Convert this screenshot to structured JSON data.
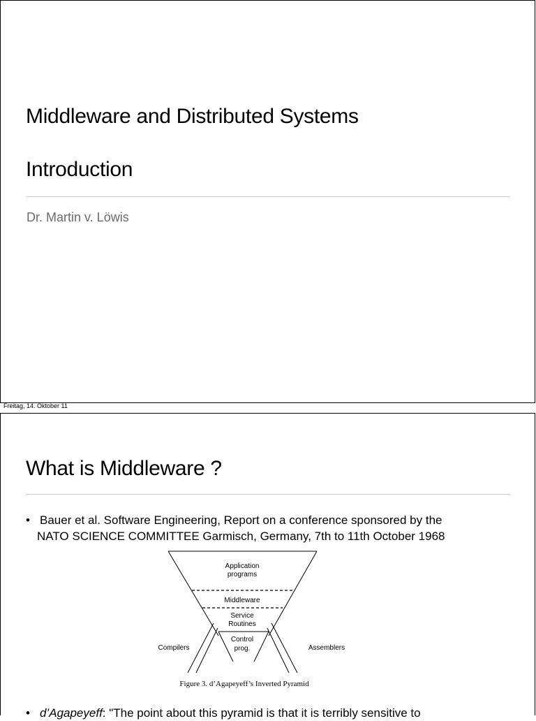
{
  "slide1": {
    "title": "Middleware and Distributed Systems",
    "subtitle": "Introduction",
    "author": "Dr. Martin v. Löwis"
  },
  "footer": {
    "date": "Freitag, 14. Oktober 11"
  },
  "slide2": {
    "title": "What is Middleware ?",
    "bullet1_line1": "Bauer et al. Software Engineering, Report on a conference sponsored by the",
    "bullet1_line2": "NATO SCIENCE COMMITTEE Garmisch, Germany, 7th to 11th October 1968",
    "figure": {
      "labels": {
        "application": "Application",
        "programs": "programs",
        "middleware": "Middleware",
        "service": "Service",
        "routines": "Routines",
        "control": "Control",
        "prog": "prog.",
        "compilers": "Compilers",
        "assemblers": "Assemblers"
      },
      "caption": "Figure 3. d’Agapeyeff’s Inverted Pyramid"
    },
    "bullet2_italic": "d’Agapeyeff",
    "bullet2_text": ": \"The point about this pyramid is that it is terribly sensitive to"
  }
}
